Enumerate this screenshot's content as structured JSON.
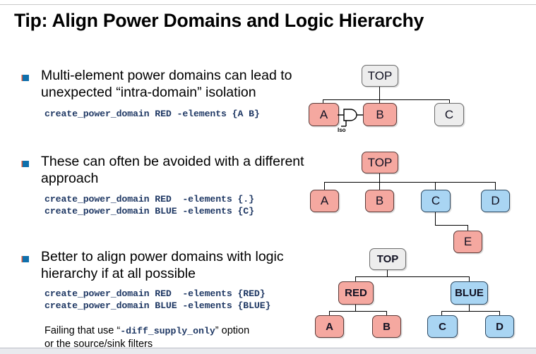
{
  "slide": {
    "title": "Tip: Align Power Domains and Logic Hierarchy",
    "colors": {
      "red_fill": "#f5a8a0",
      "blue_fill": "#a9d5f3",
      "grey_fill": "#ededed",
      "bullet": "#1070ac",
      "code_text": "#1f3864",
      "body_text": "#000000"
    }
  },
  "sections": [
    {
      "bullet": "Multi-element power domains can lead to unexpected “intra-domain” isolation",
      "code": "create_power_domain RED -elements {A B}"
    },
    {
      "bullet": "These can often be avoided with a different approach",
      "code": "create_power_domain RED  -elements {.}\ncreate_power_domain BLUE -elements {C}"
    },
    {
      "bullet": "Better to align power domains with logic hierarchy if at all possible",
      "code": "create_power_domain RED  -elements {RED}\ncreate_power_domain BLUE -elements {BLUE}"
    }
  ],
  "footnote": {
    "line1_pre": "Failing that use ",
    "line1_quote_open": "“",
    "line1_mono": "-diff_supply_only",
    "line1_quote_close": "”",
    "line1_post": " option",
    "line2": "or the source/sink filters"
  },
  "diagrams": [
    {
      "id": "diagram-1",
      "nodes": [
        {
          "label": "TOP",
          "color": "grey"
        },
        {
          "label": "A",
          "color": "red"
        },
        {
          "label": "B",
          "color": "red"
        },
        {
          "label": "C",
          "color": "grey"
        }
      ],
      "iso_label": "Iso"
    },
    {
      "id": "diagram-2",
      "nodes": [
        {
          "label": "TOP",
          "color": "red"
        },
        {
          "label": "A",
          "color": "red"
        },
        {
          "label": "B",
          "color": "red"
        },
        {
          "label": "C",
          "color": "blue"
        },
        {
          "label": "D",
          "color": "blue"
        },
        {
          "label": "E",
          "color": "red"
        }
      ]
    },
    {
      "id": "diagram-3",
      "nodes": [
        {
          "label": "TOP",
          "color": "grey"
        },
        {
          "label": "RED",
          "color": "red"
        },
        {
          "label": "BLUE",
          "color": "blue"
        },
        {
          "label": "A",
          "color": "red"
        },
        {
          "label": "B",
          "color": "red"
        },
        {
          "label": "C",
          "color": "blue"
        },
        {
          "label": "D",
          "color": "blue"
        }
      ]
    }
  ]
}
